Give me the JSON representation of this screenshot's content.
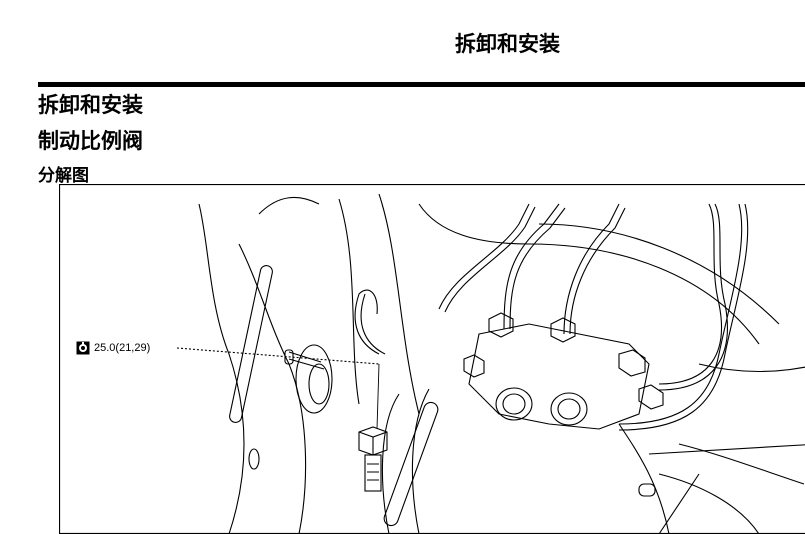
{
  "header": {
    "title": "拆卸和安装"
  },
  "section": {
    "title": "拆卸和安装",
    "subtitle": "制动比例阀",
    "subsubtitle": "分解图"
  },
  "figure": {
    "torque_label": "25.0(21,29)",
    "torque_icon": "torque-wrench-icon"
  },
  "colors": {
    "ink": "#000000",
    "paper": "#ffffff"
  }
}
